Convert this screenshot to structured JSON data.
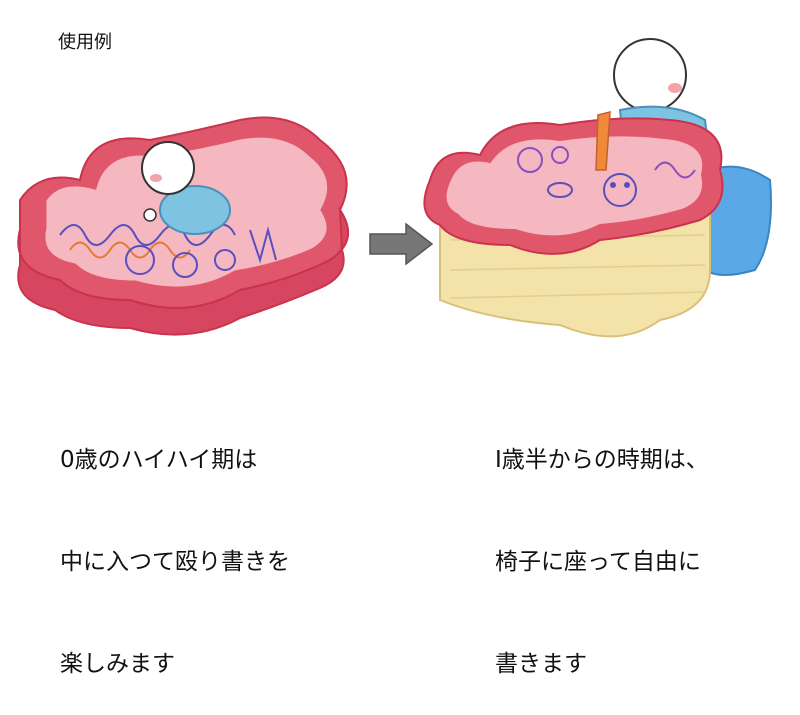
{
  "example_label": "使用例",
  "captions": {
    "left": [
      "0歳のハイハイ期は",
      "中に入つて殴り書きを",
      "楽しみます"
    ],
    "right": [
      "I歳半からの時期は、",
      "椅子に座って自由に",
      "書きます"
    ]
  },
  "colors": {
    "mat_red": "#e0566b",
    "mat_pink": "#f5b7c0",
    "base_yellow": "#f3e3a8",
    "shirt_blue": "#7fc3e3",
    "cushion_blue": "#5aa9e6",
    "arrow_gray": "#777777"
  }
}
